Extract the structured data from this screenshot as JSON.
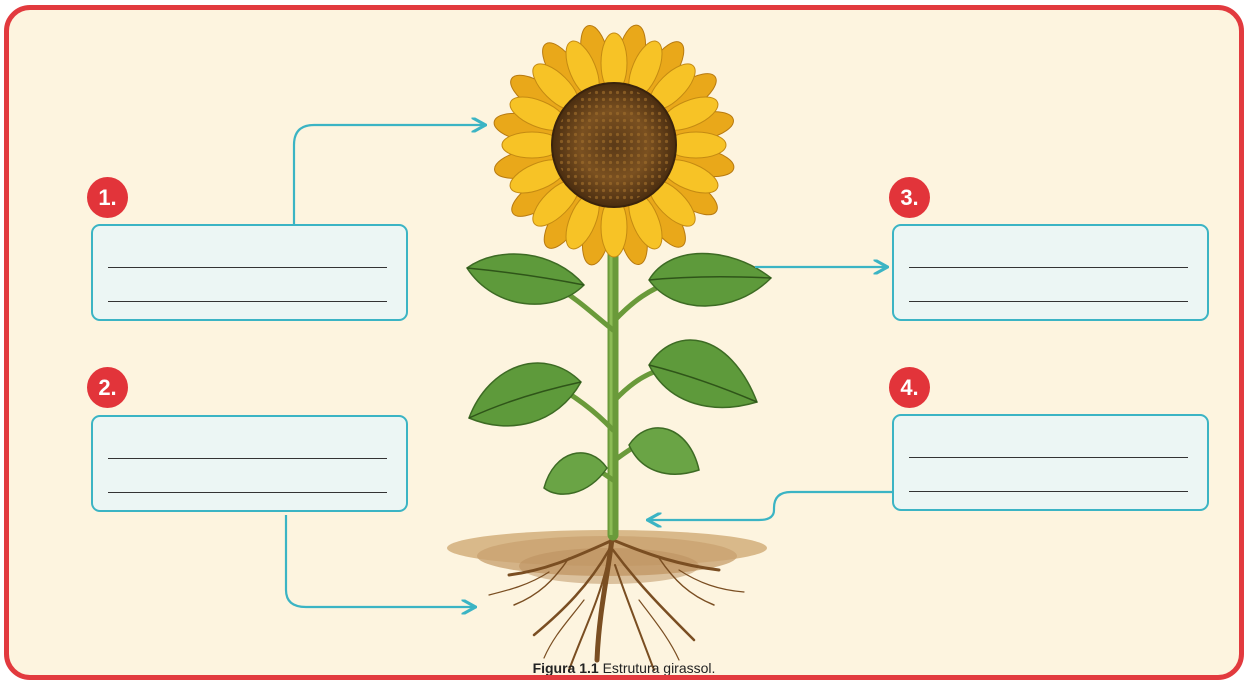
{
  "figure": {
    "caption_label": "Figura 1.1",
    "caption_text": "Estrutura girassol."
  },
  "labels": [
    {
      "number": "1.",
      "target": "flower-head"
    },
    {
      "number": "2.",
      "target": "roots"
    },
    {
      "number": "3.",
      "target": "leaf"
    },
    {
      "number": "4.",
      "target": "stem"
    }
  ],
  "colors": {
    "border": "#e23a3e",
    "background": "#fdf4df",
    "badge": "#e2343a",
    "arrow": "#3bb4c4",
    "box_fill": "#ecf6f4"
  }
}
